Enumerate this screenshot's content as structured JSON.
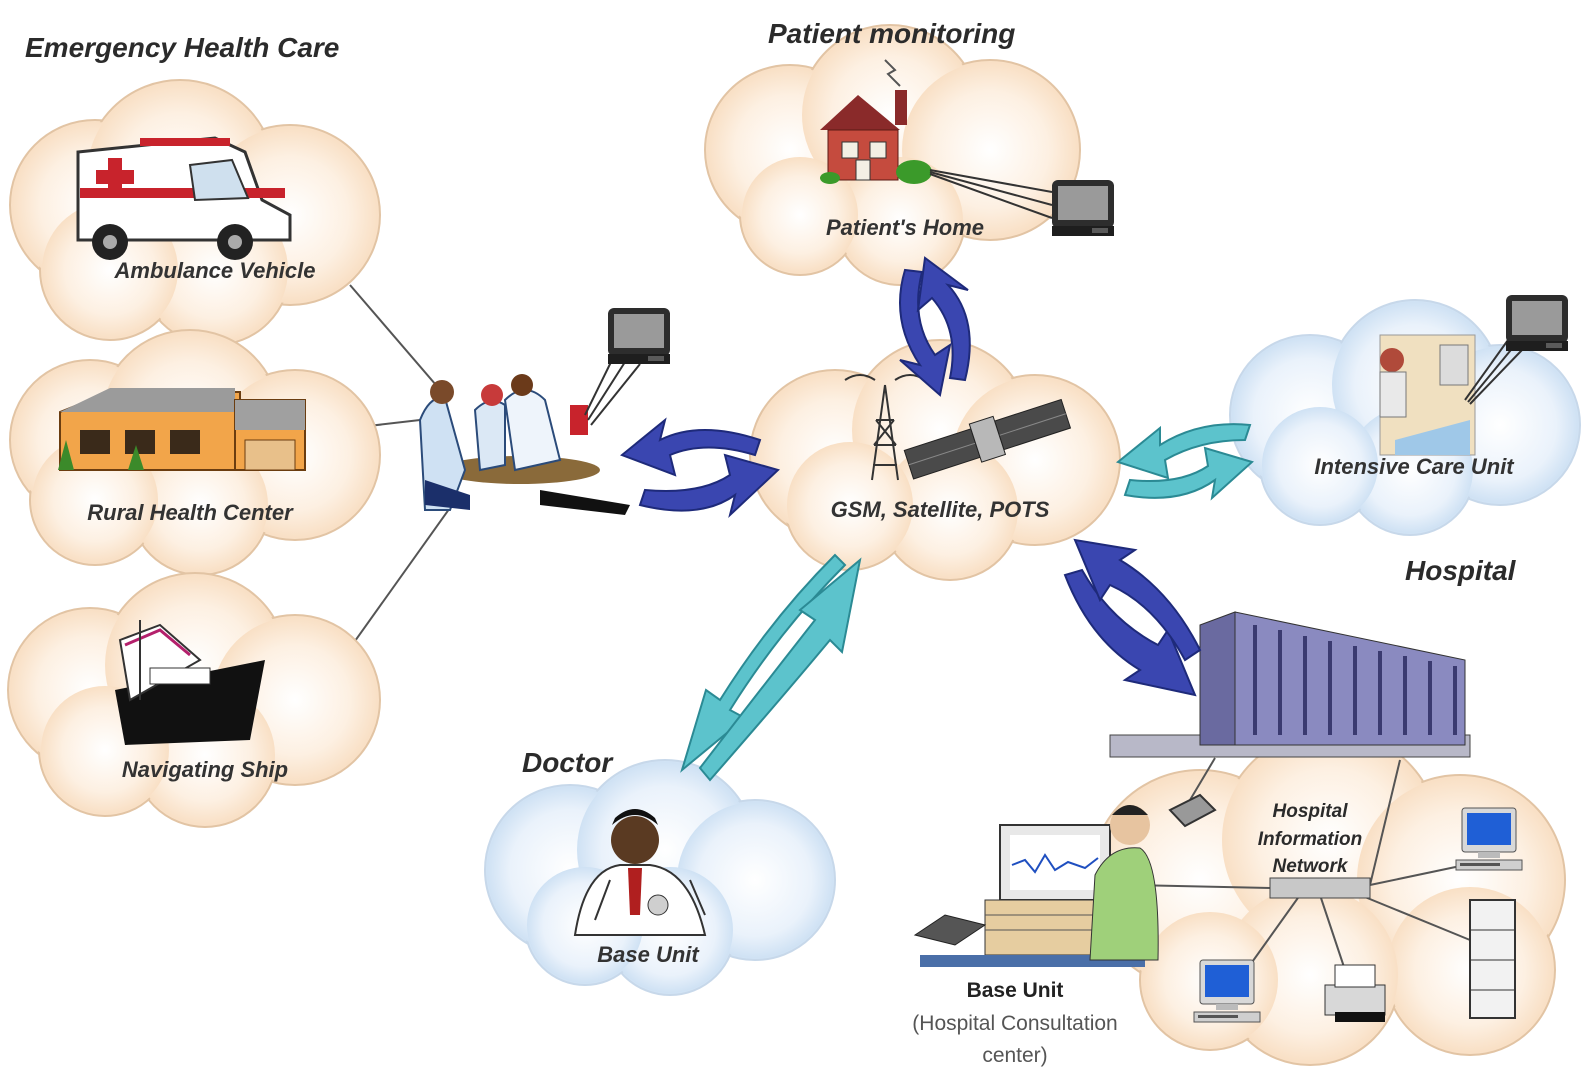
{
  "sections": {
    "emergency": "Emergency Health Care",
    "patient_monitoring": "Patient monitoring",
    "hospital": "Hospital",
    "doctor": "Doctor"
  },
  "clouds": {
    "ambulance": "Ambulance Vehicle",
    "rural": "Rural Health Center",
    "ship": "Navigating Ship",
    "home": "Patient's Home",
    "network": "GSM, Satellite, POTS",
    "icu": "Intensive Care Unit",
    "doctor_base": "Base Unit"
  },
  "hospital_network": {
    "line1": "Hospital",
    "line2": "Information",
    "line3": "Network"
  },
  "base_unit": {
    "title": "Base Unit",
    "subtitle1": "(Hospital Consultation",
    "subtitle2": "center)"
  },
  "colors": {
    "cloud_warm": "#fbe6cf",
    "cloud_cool": "#dbe9f7",
    "arrow_dark": "#3a46b0",
    "arrow_light": "#5cc3cc"
  }
}
